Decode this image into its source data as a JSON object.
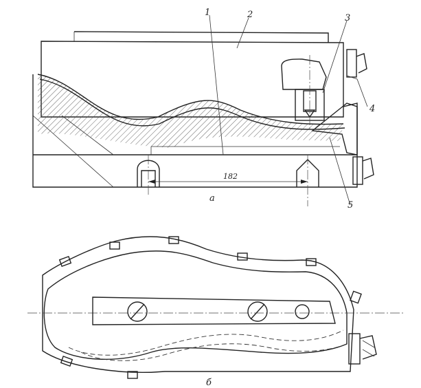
{
  "labels": {
    "part1": "1",
    "part2": "2",
    "part3": "3",
    "part4": "4",
    "part5": "5",
    "dimension": "182",
    "view_a": "a",
    "view_b": "б"
  },
  "colors": {
    "ink": "#222222",
    "paper": "#ffffff"
  }
}
